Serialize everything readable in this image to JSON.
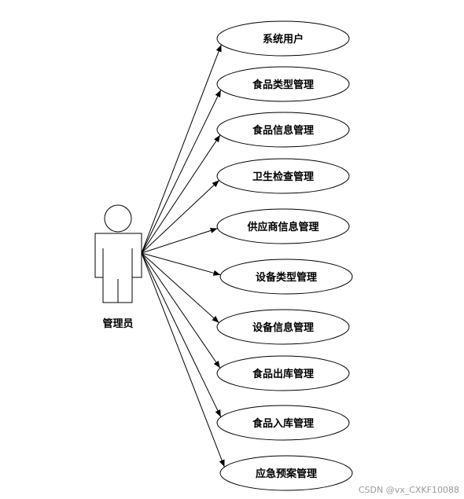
{
  "actor": {
    "label": "管理员"
  },
  "use_cases": [
    {
      "label": "系统用户"
    },
    {
      "label": "食品类型管理"
    },
    {
      "label": "食品信息管理"
    },
    {
      "label": "卫生检查管理"
    },
    {
      "label": "供应商信息管理"
    },
    {
      "label": "设备类型管理"
    },
    {
      "label": "设备信息管理"
    },
    {
      "label": "食品出库管理"
    },
    {
      "label": "食品入库管理"
    },
    {
      "label": "应急预案管理"
    }
  ],
  "watermark": "CSDN @vx_CXKF10088",
  "colors": {
    "stroke": "#000000",
    "background": "#ffffff",
    "watermark": "#9a9a9a"
  }
}
